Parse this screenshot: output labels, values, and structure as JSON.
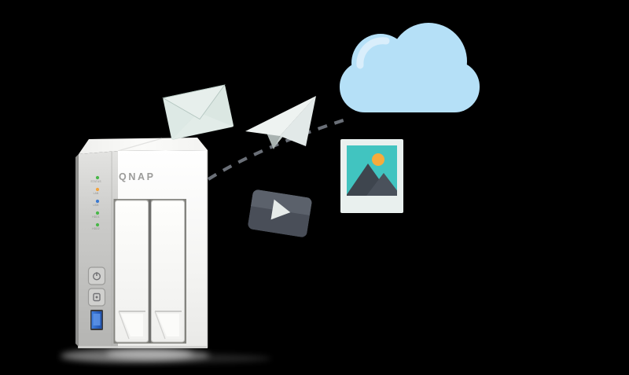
{
  "scene": {
    "description": "QNAP 2-bay NAS tower syncing mail, photos and videos to the cloud",
    "background": "#000000"
  },
  "device": {
    "brand": "QNAP",
    "type": "2-bay NAS tower",
    "bay_count": 2,
    "leds": [
      {
        "name": "status-led",
        "color": "#49b749",
        "label": "STATUS"
      },
      {
        "name": "lan-led",
        "color": "#f2a33c",
        "label": "LAN"
      },
      {
        "name": "usb-led",
        "color": "#3c7ad0",
        "label": "USB"
      },
      {
        "name": "hdd1-led",
        "color": "#49b749",
        "label": "HDD1"
      },
      {
        "name": "hdd2-led",
        "color": "#49b749",
        "label": "HDD2"
      }
    ],
    "buttons": [
      {
        "name": "power-button"
      },
      {
        "name": "usb-copy-button"
      }
    ],
    "ports": [
      {
        "name": "usb3-port",
        "color": "#2a62c8"
      }
    ]
  },
  "icons": [
    {
      "name": "envelope-icon",
      "meaning": "mail"
    },
    {
      "name": "paper-plane-icon",
      "meaning": "send / transfer"
    },
    {
      "name": "cloud-icon",
      "meaning": "cloud storage"
    },
    {
      "name": "photo-icon",
      "meaning": "photos"
    },
    {
      "name": "video-icon",
      "meaning": "videos"
    }
  ],
  "connector": {
    "name": "sync-dashed-path",
    "style": "dashed",
    "from": "nas",
    "to": "cloud"
  },
  "palette": {
    "background": "#000000",
    "cloud_blue": "#b5e0f7",
    "cloud_highlight": "#d9eefb",
    "photo_teal": "#41c4c0",
    "photo_sun": "#f7ab3c",
    "mountain_dark": "#3e454e",
    "mountain_light": "#4a515b",
    "video_top": "#5b616b",
    "video_bottom": "#494e58",
    "play_light": "#e6ebe9",
    "envelope_light": "#e7efec",
    "envelope_base": "#d8e5e0",
    "plane_light": "#eef3f1",
    "dash_gray": "#6a6f77",
    "usb_blue": "#2a62c8",
    "logo_gray": "#9b9b99"
  }
}
